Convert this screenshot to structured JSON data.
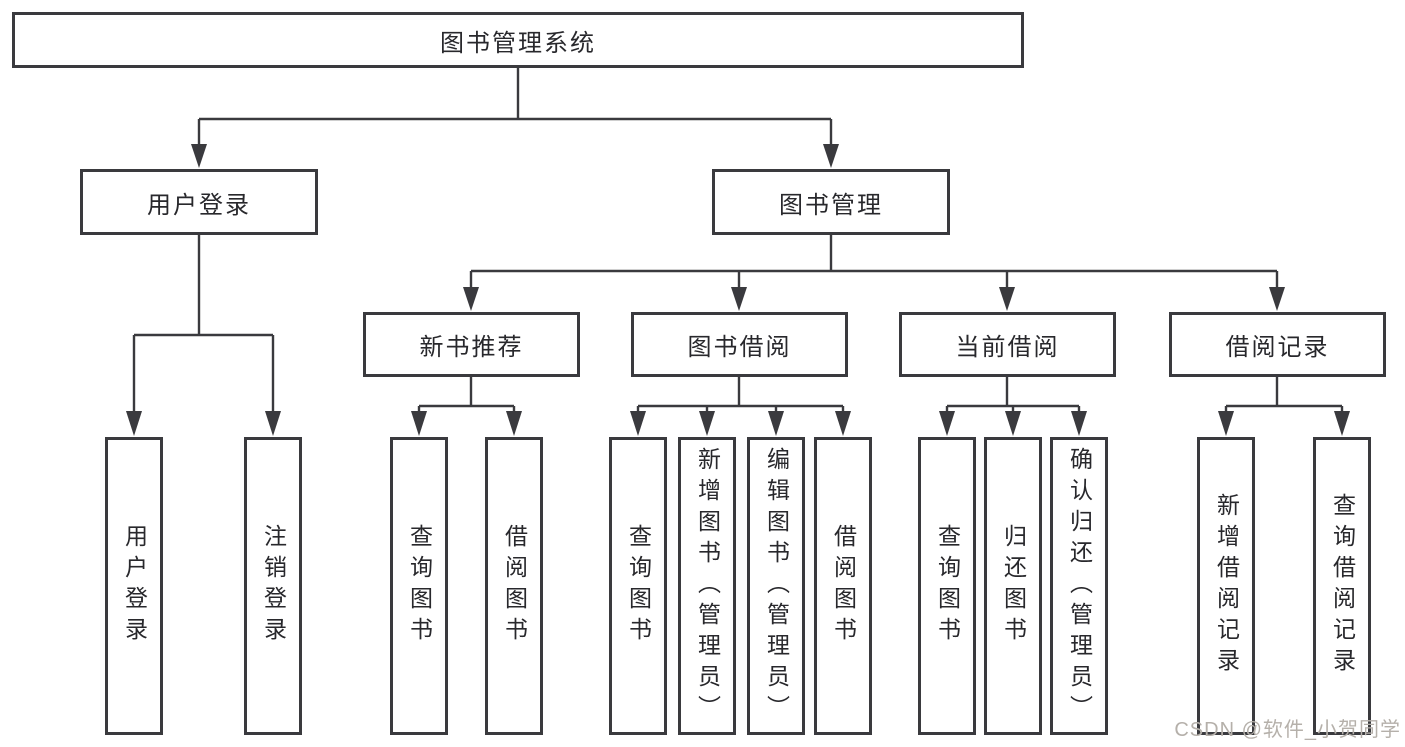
{
  "nodes": {
    "root": "图书管理系统",
    "user_login": "用户登录",
    "book_management": "图书管理",
    "new_book_recommend": "新书推荐",
    "book_borrowing": "图书借阅",
    "current_borrowing": "当前借阅",
    "borrowing_records": "借阅记录",
    "leaf_user_login": "用户登录",
    "leaf_logout": "注销登录",
    "leaf_query_books_recommend": "查询图书",
    "leaf_borrow_books_recommend": "借阅图书",
    "leaf_query_books_borrowing": "查询图书",
    "leaf_add_book_admin": "新增图书（管理员）",
    "leaf_edit_book_admin": "编辑图书（管理员）",
    "leaf_borrow_books_borrowing": "借阅图书",
    "leaf_query_books_current": "查询图书",
    "leaf_return_books": "归还图书",
    "leaf_confirm_return_admin": "确认归还（管理员）",
    "leaf_add_borrow_record": "新增借阅记录",
    "leaf_query_borrow_record": "查询借阅记录"
  },
  "hierarchy": {
    "图书管理系统": {
      "用户登录": [
        "用户登录",
        "注销登录"
      ],
      "图书管理": {
        "新书推荐": [
          "查询图书",
          "借阅图书"
        ],
        "图书借阅": [
          "查询图书",
          "新增图书（管理员）",
          "编辑图书（管理员）",
          "借阅图书"
        ],
        "当前借阅": [
          "查询图书",
          "归还图书",
          "确认归还（管理员）"
        ],
        "借阅记录": [
          "新增借阅记录",
          "查询借阅记录"
        ]
      }
    }
  },
  "watermark": "CSDN @软件_小贺同学",
  "colors": {
    "line": "#3a3a3e",
    "text": "#28282c",
    "background": "#ffffff",
    "watermark": "#b5b0aa"
  }
}
